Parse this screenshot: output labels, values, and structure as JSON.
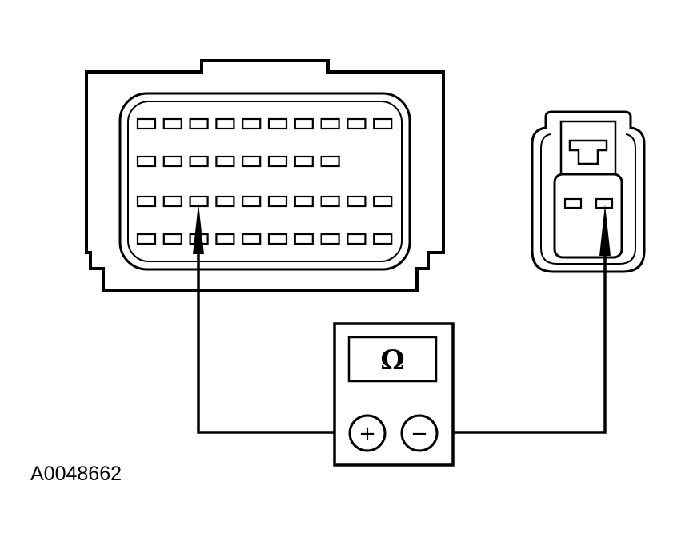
{
  "figure": {
    "reference_id": "A0048662"
  },
  "meter": {
    "display_symbol": "Ω",
    "positive_terminal": "+",
    "negative_terminal": "−"
  },
  "large_connector": {
    "rows": [
      10,
      8,
      10,
      10
    ],
    "probe_position": {
      "row": 3,
      "pin": 3
    }
  },
  "small_connector": {
    "pins": 2,
    "probe_position": {
      "pin": 2
    }
  },
  "colors": {
    "line": "#000000",
    "background": "#ffffff"
  }
}
